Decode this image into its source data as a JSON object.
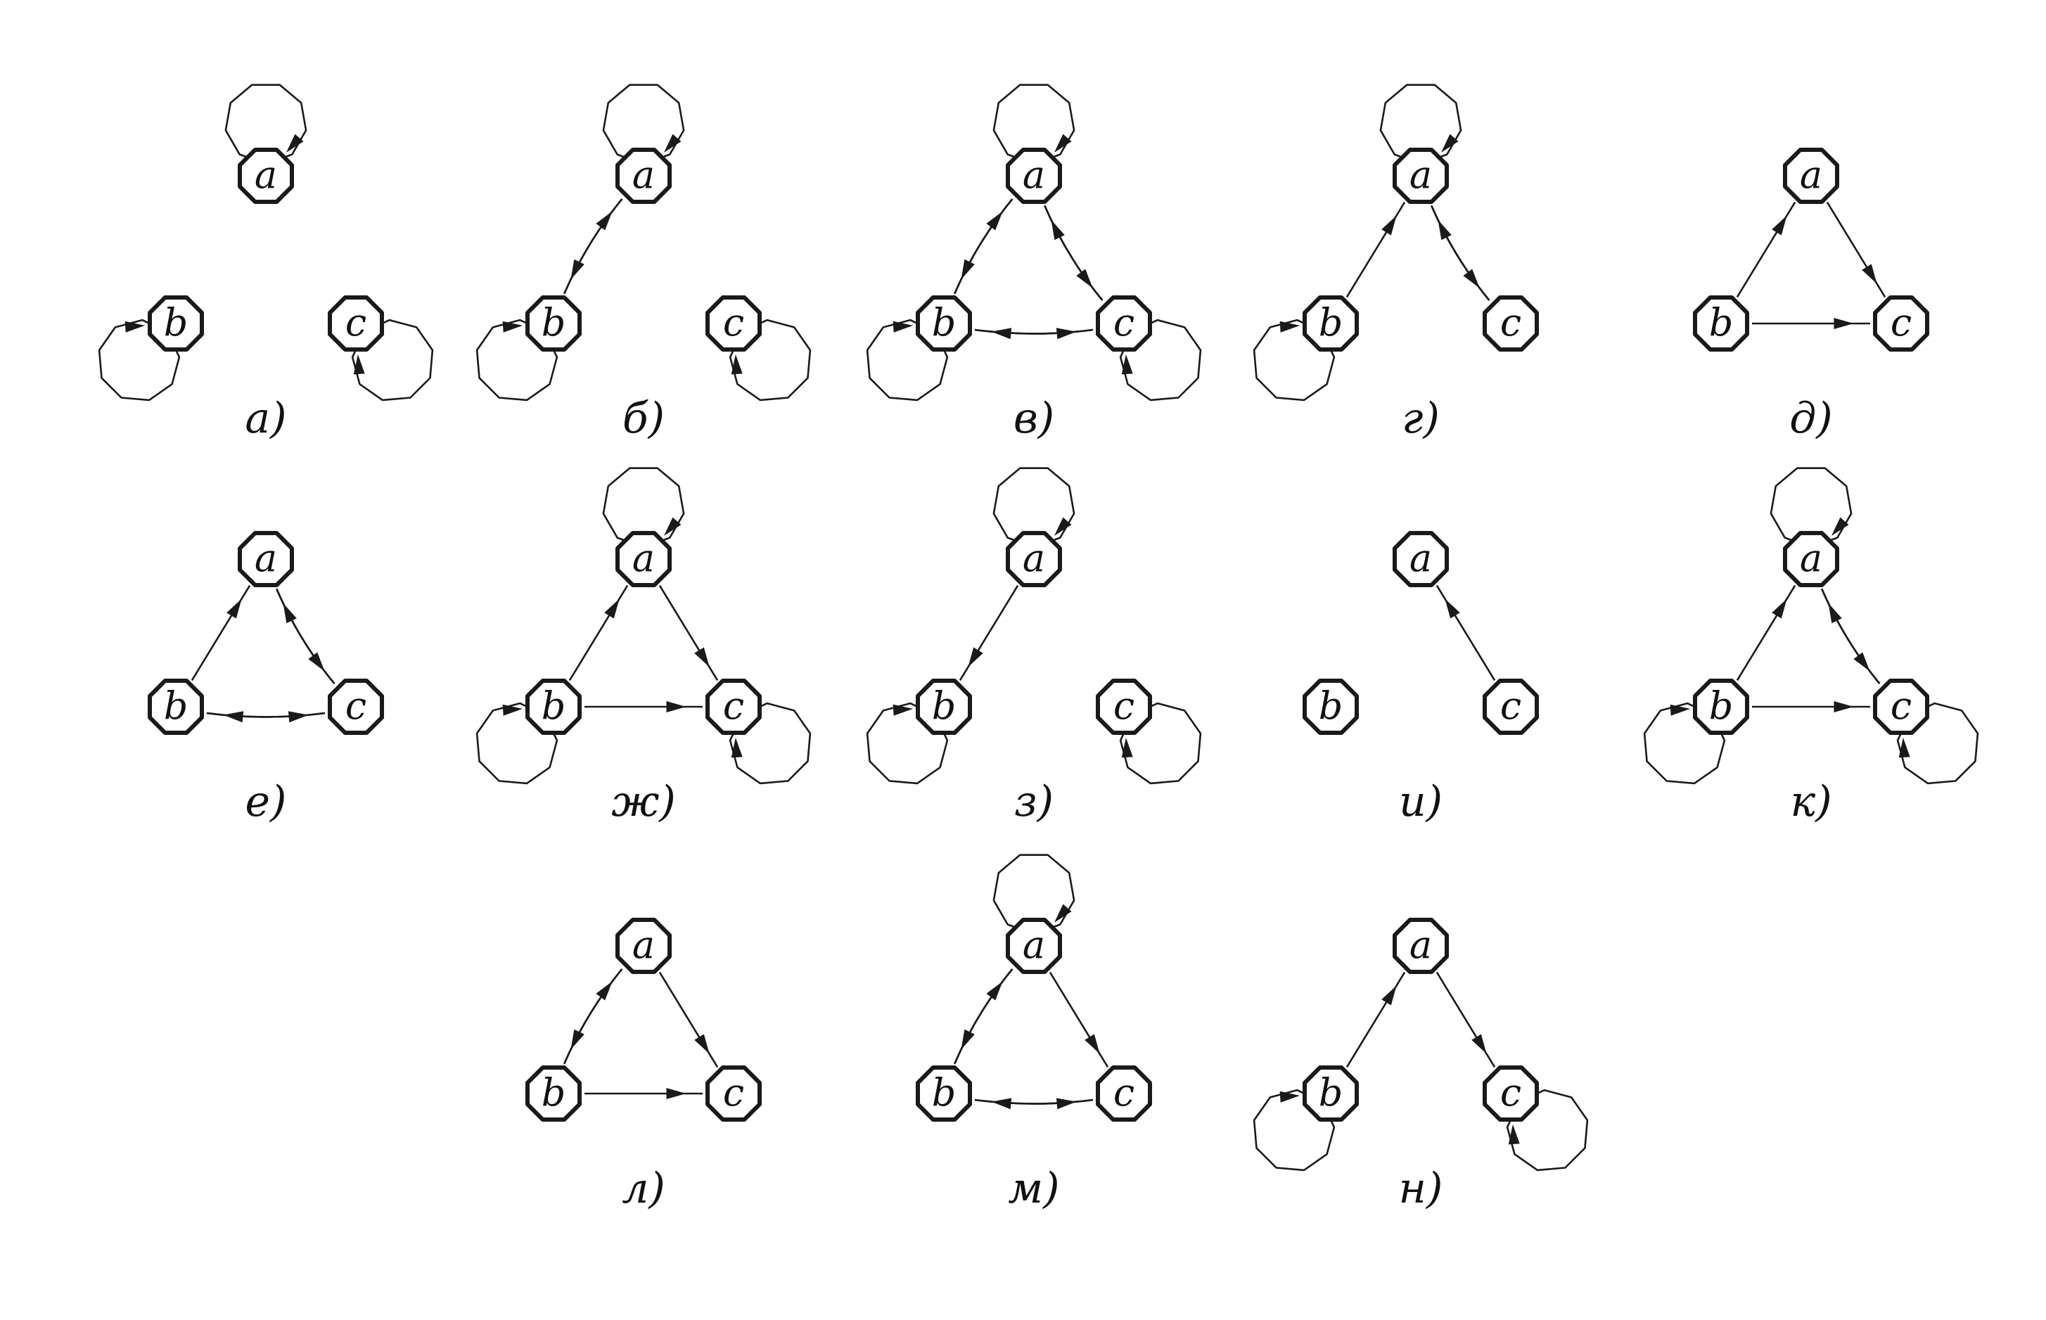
{
  "node_labels": {
    "a": "a",
    "b": "b",
    "c": "c"
  },
  "panels": [
    {
      "id": "a",
      "caption": "а)",
      "nodes": [
        "a",
        "b",
        "c"
      ],
      "loops": [
        "a",
        "b",
        "c"
      ],
      "edges": []
    },
    {
      "id": "b",
      "caption": "б)",
      "nodes": [
        "a",
        "b",
        "c"
      ],
      "loops": [
        "a",
        "b",
        "c"
      ],
      "edges": [
        [
          "a",
          "b"
        ],
        [
          "b",
          "a"
        ]
      ]
    },
    {
      "id": "v",
      "caption": "в)",
      "nodes": [
        "a",
        "b",
        "c"
      ],
      "loops": [
        "a",
        "b",
        "c"
      ],
      "edges": [
        [
          "a",
          "b"
        ],
        [
          "b",
          "a"
        ],
        [
          "a",
          "c"
        ],
        [
          "c",
          "a"
        ],
        [
          "b",
          "c"
        ],
        [
          "c",
          "b"
        ]
      ]
    },
    {
      "id": "g",
      "caption": "г)",
      "nodes": [
        "a",
        "b",
        "c"
      ],
      "loops": [
        "a",
        "b"
      ],
      "edges": [
        [
          "b",
          "a"
        ],
        [
          "a",
          "c"
        ],
        [
          "c",
          "a"
        ]
      ]
    },
    {
      "id": "d",
      "caption": "д)",
      "nodes": [
        "a",
        "b",
        "c"
      ],
      "loops": [],
      "edges": [
        [
          "b",
          "a"
        ],
        [
          "a",
          "c"
        ],
        [
          "b",
          "c"
        ]
      ]
    },
    {
      "id": "e",
      "caption": "е)",
      "nodes": [
        "a",
        "b",
        "c"
      ],
      "loops": [],
      "edges": [
        [
          "b",
          "a"
        ],
        [
          "a",
          "c"
        ],
        [
          "c",
          "a"
        ],
        [
          "b",
          "c"
        ],
        [
          "c",
          "b"
        ]
      ]
    },
    {
      "id": "zh",
      "caption": "ж)",
      "nodes": [
        "a",
        "b",
        "c"
      ],
      "loops": [
        "a",
        "b",
        "c"
      ],
      "edges": [
        [
          "b",
          "a"
        ],
        [
          "a",
          "c"
        ],
        [
          "b",
          "c"
        ]
      ]
    },
    {
      "id": "z",
      "caption": "з)",
      "nodes": [
        "a",
        "b",
        "c"
      ],
      "loops": [
        "a",
        "b",
        "c"
      ],
      "edges": [
        [
          "a",
          "b"
        ]
      ]
    },
    {
      "id": "i",
      "caption": "и)",
      "nodes": [
        "a",
        "b",
        "c"
      ],
      "loops": [],
      "edges": [
        [
          "c",
          "a"
        ]
      ]
    },
    {
      "id": "k",
      "caption": "к)",
      "nodes": [
        "a",
        "b",
        "c"
      ],
      "loops": [
        "a",
        "b",
        "c"
      ],
      "edges": [
        [
          "b",
          "a"
        ],
        [
          "a",
          "c"
        ],
        [
          "c",
          "a"
        ],
        [
          "b",
          "c"
        ]
      ]
    },
    {
      "id": "l",
      "caption": "л)",
      "nodes": [
        "a",
        "b",
        "c"
      ],
      "loops": [],
      "edges": [
        [
          "a",
          "b"
        ],
        [
          "b",
          "a"
        ],
        [
          "a",
          "c"
        ],
        [
          "b",
          "c"
        ]
      ]
    },
    {
      "id": "m",
      "caption": "м)",
      "nodes": [
        "a",
        "b",
        "c"
      ],
      "loops": [
        "a"
      ],
      "edges": [
        [
          "a",
          "b"
        ],
        [
          "b",
          "a"
        ],
        [
          "a",
          "c"
        ],
        [
          "b",
          "c"
        ],
        [
          "c",
          "b"
        ]
      ]
    },
    {
      "id": "n",
      "caption": "н)",
      "nodes": [
        "a",
        "b",
        "c"
      ],
      "loops": [
        "b",
        "c"
      ],
      "edges": [
        [
          "b",
          "a"
        ],
        [
          "a",
          "c"
        ]
      ]
    }
  ]
}
